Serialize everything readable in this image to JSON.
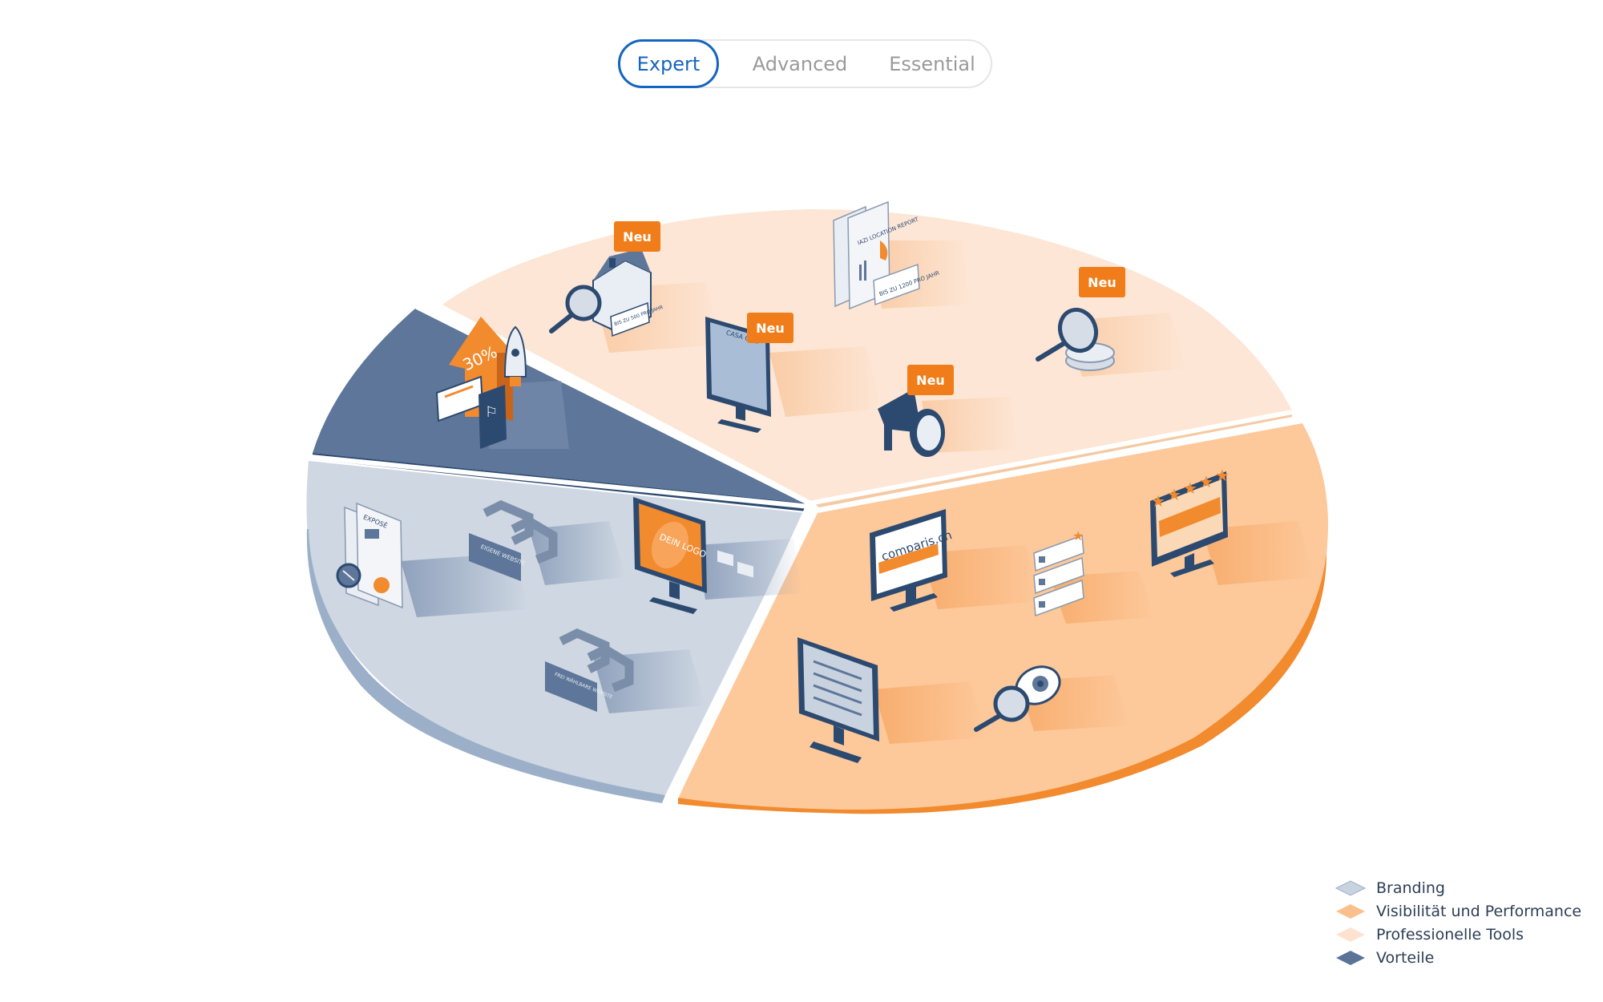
{
  "tabs": [
    {
      "label": "Expert",
      "active": true
    },
    {
      "label": "Advanced",
      "active": false
    },
    {
      "label": "Essential",
      "active": false
    }
  ],
  "badges": {
    "neu_1": "Neu",
    "neu_2": "Neu",
    "neu_3": "Neu",
    "neu_4": "Neu"
  },
  "icon_texts": {
    "percent": "30%",
    "casa_one": "CASA ONE",
    "house_report": "BIS ZU 500 PRO JAHR",
    "iazi_title": "IAZI LOCATION REPORT",
    "iazi_limit": "BIS ZU 1200 PRO JAHR",
    "expose": "EXPOSÉ",
    "eigene_website": "EIGENE WEBSITE",
    "dein_logo": "DEIN LOGO",
    "frei_waehlbare": "FREI WÄHLBARE WEBSITE",
    "comparis": "comparis.ch"
  },
  "legend": [
    {
      "label": "Branding",
      "color": "#c9d3e0"
    },
    {
      "label": "Visibilität und Performance",
      "color": "#fbbf8c"
    },
    {
      "label": "Professionelle Tools",
      "color": "#fde3cf"
    },
    {
      "label": "Vorteile",
      "color": "#5a7397"
    }
  ],
  "colors": {
    "accent": "#f07d19",
    "navy": "#2c4a70",
    "tab_active": "#1565c0"
  }
}
